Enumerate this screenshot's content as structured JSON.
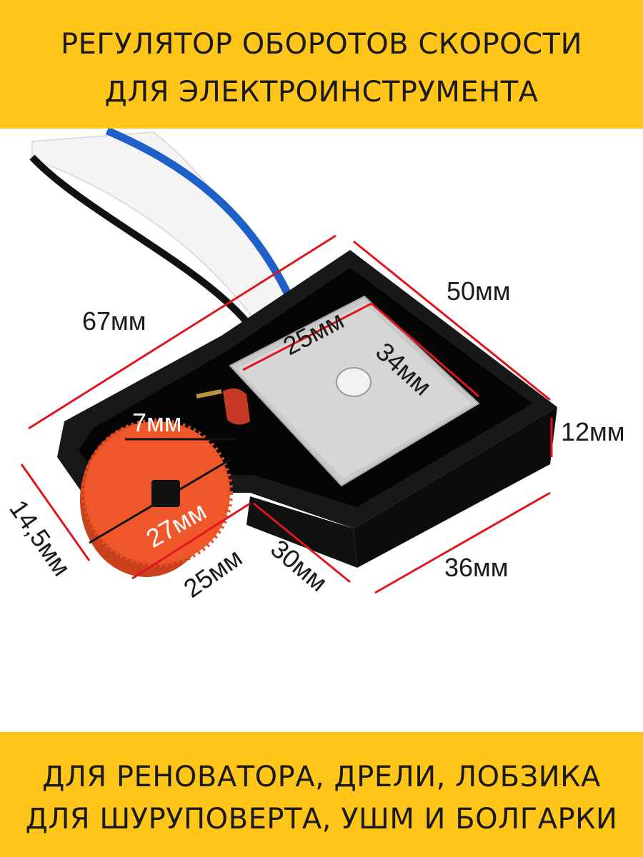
{
  "header": {
    "line1": "РЕГУЛЯТОР ОБОРОТОВ СКОРОСТИ",
    "line2": "ДЛЯ ЭЛЕКТРОИНСТРУМЕНТА"
  },
  "dimensions": {
    "length_67": "67мм",
    "width_50": "50мм",
    "plate_25": "25мм",
    "plate_34": "34мм",
    "knob_7": "7мм",
    "height_12": "12мм",
    "knob_27": "27мм",
    "side_14_5": "14,5мм",
    "base_25": "25мм",
    "base_30": "30мм",
    "base_36": "36мм"
  },
  "footer": {
    "line1": "ДЛЯ РЕНОВАТОРА, ДРЕЛИ, ЛОБЗИКА",
    "line2": "ДЛЯ ШУРУПОВЕРТА, УШМ И БОЛГАРКИ"
  },
  "colors": {
    "banner": "#ffc619",
    "measure_line": "#e0161e",
    "housing": "#161616",
    "plate": "#c9c9c9",
    "knob": "#f0582b",
    "wire_blue": "#1f5fc8",
    "wire_white": "#f4f4f4"
  }
}
